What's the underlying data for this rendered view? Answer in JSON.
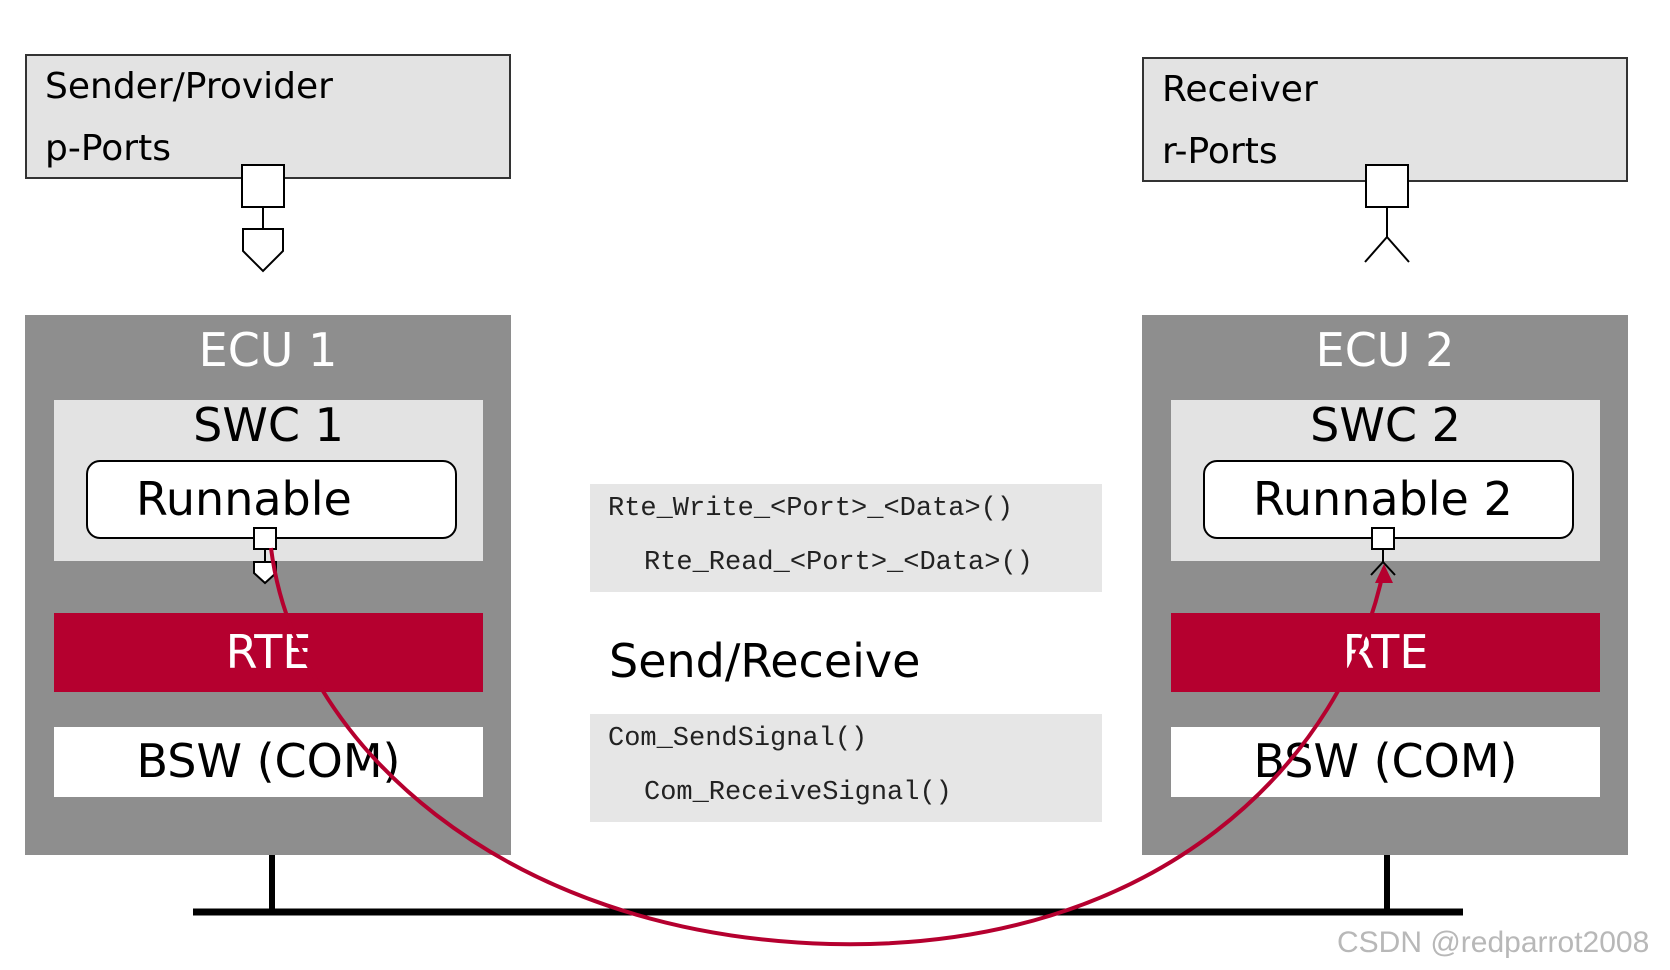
{
  "sender": {
    "title": "Sender/Provider",
    "ports": "p-Ports"
  },
  "receiver": {
    "title": "Receiver",
    "ports": "r-Ports"
  },
  "ecu1": {
    "title": "ECU 1",
    "swc": "SWC 1",
    "runnable": "Runnable",
    "rte": "RTE",
    "bsw": "BSW (COM)"
  },
  "ecu2": {
    "title": "ECU 2",
    "swc": "SWC 2",
    "runnable": "Runnable 2",
    "rte": "RTE",
    "bsw": "BSW (COM)"
  },
  "rte_api": {
    "write": "Rte_Write_<Port>_<Data>()",
    "read": "Rte_Read_<Port>_<Data>()"
  },
  "center_title": "Send/Receive",
  "com_api": {
    "send": "Com_SendSignal()",
    "receive": "Com_ReceiveSignal()"
  },
  "watermark": "CSDN @redparrot2008",
  "colors": {
    "rte": "#b5002f",
    "ecu": "#8e8e8e",
    "light_box": "#e3e3e3",
    "flow_arrow": "#b5002f"
  }
}
